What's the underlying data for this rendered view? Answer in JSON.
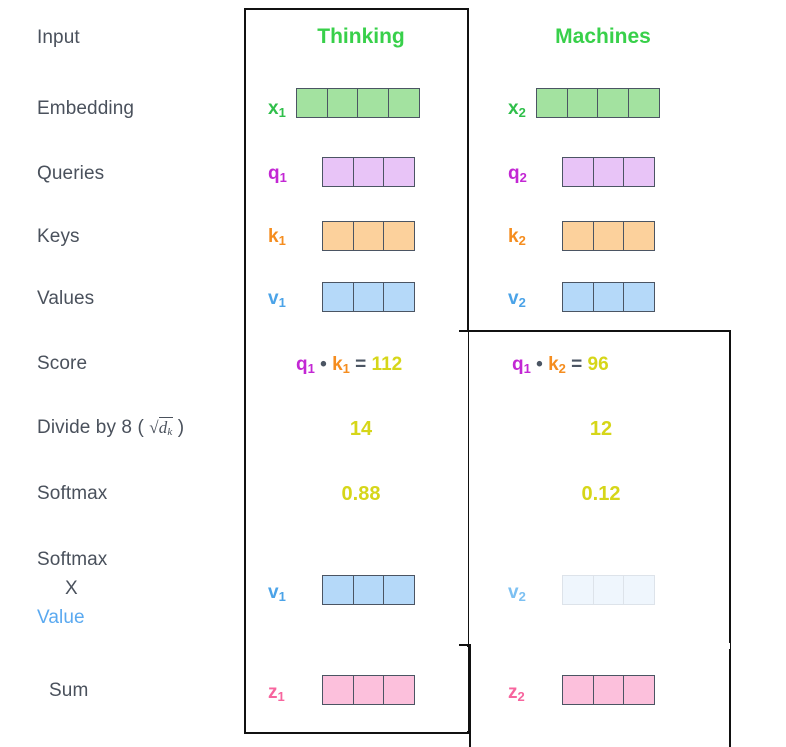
{
  "diagram": {
    "title_words": [
      {
        "text": "Thinking",
        "color": "#38d04a"
      },
      {
        "text": "Machines",
        "color": "#38d04a"
      }
    ],
    "row_labels": [
      "Input",
      "Embedding",
      "Queries",
      "Keys",
      "Values",
      "Score",
      "Softmax",
      "Sum"
    ],
    "divide_label": {
      "prefix": "Divide by 8 (",
      "math": "d",
      "math_sub": "k",
      "radical": "√",
      "suffix": ")"
    },
    "softmax_x_value": {
      "line1": "Softmax",
      "line2": "X",
      "line3": "Value",
      "line3_color": "#5aa9f0"
    },
    "columns": [
      {
        "word": "Thinking",
        "embedding_label": "x",
        "embedding_sub": "1",
        "query_label": "q",
        "query_sub": "1",
        "key_label": "k",
        "key_sub": "1",
        "value_label": "v",
        "value_sub": "1",
        "weighted_value_label": "v",
        "weighted_value_sub": "1",
        "sum_label": "z",
        "sum_sub": "1",
        "score_expr": {
          "q": "q",
          "q_sub": "1",
          "dot": "•",
          "k": "k",
          "k_sub": "1",
          "eq": "=",
          "result": "112"
        },
        "divided": "14",
        "softmax": "0.88",
        "value_faded": false
      },
      {
        "word": "Machines",
        "embedding_label": "x",
        "embedding_sub": "2",
        "query_label": "q",
        "query_sub": "2",
        "key_label": "k",
        "key_sub": "2",
        "value_label": "v",
        "value_sub": "2",
        "weighted_value_label": "v",
        "weighted_value_sub": "2",
        "sum_label": "z",
        "sum_sub": "2",
        "score_expr": {
          "q": "q",
          "q_sub": "1",
          "dot": "•",
          "k": "k",
          "k_sub": "2",
          "eq": "=",
          "result": "96"
        },
        "divided": "12",
        "softmax": "0.12",
        "value_faded": true
      }
    ],
    "colors": {
      "embedding_fill": "#a3e2a0",
      "embedding_label": "#2fbf4a",
      "query_fill": "#e8c4f7",
      "query_label": "#c327d4",
      "key_fill": "#fcd19c",
      "key_label": "#f58d1f",
      "value_fill": "#b5d9f9",
      "value_label": "#4ba3e8",
      "value_faded_fill": "#eff6fd",
      "value_faded_label": "#7cc0f2",
      "sum_fill": "#fcc0dc",
      "sum_label": "#f7659e",
      "number_color": "#d6d619",
      "label_color": "#4a515c",
      "cell_border": "#4b5563",
      "outline": "#111111"
    },
    "cell_counts": {
      "embedding": 4,
      "query": 3,
      "key": 3,
      "value": 3,
      "weighted_value": 3,
      "sum": 3
    }
  }
}
